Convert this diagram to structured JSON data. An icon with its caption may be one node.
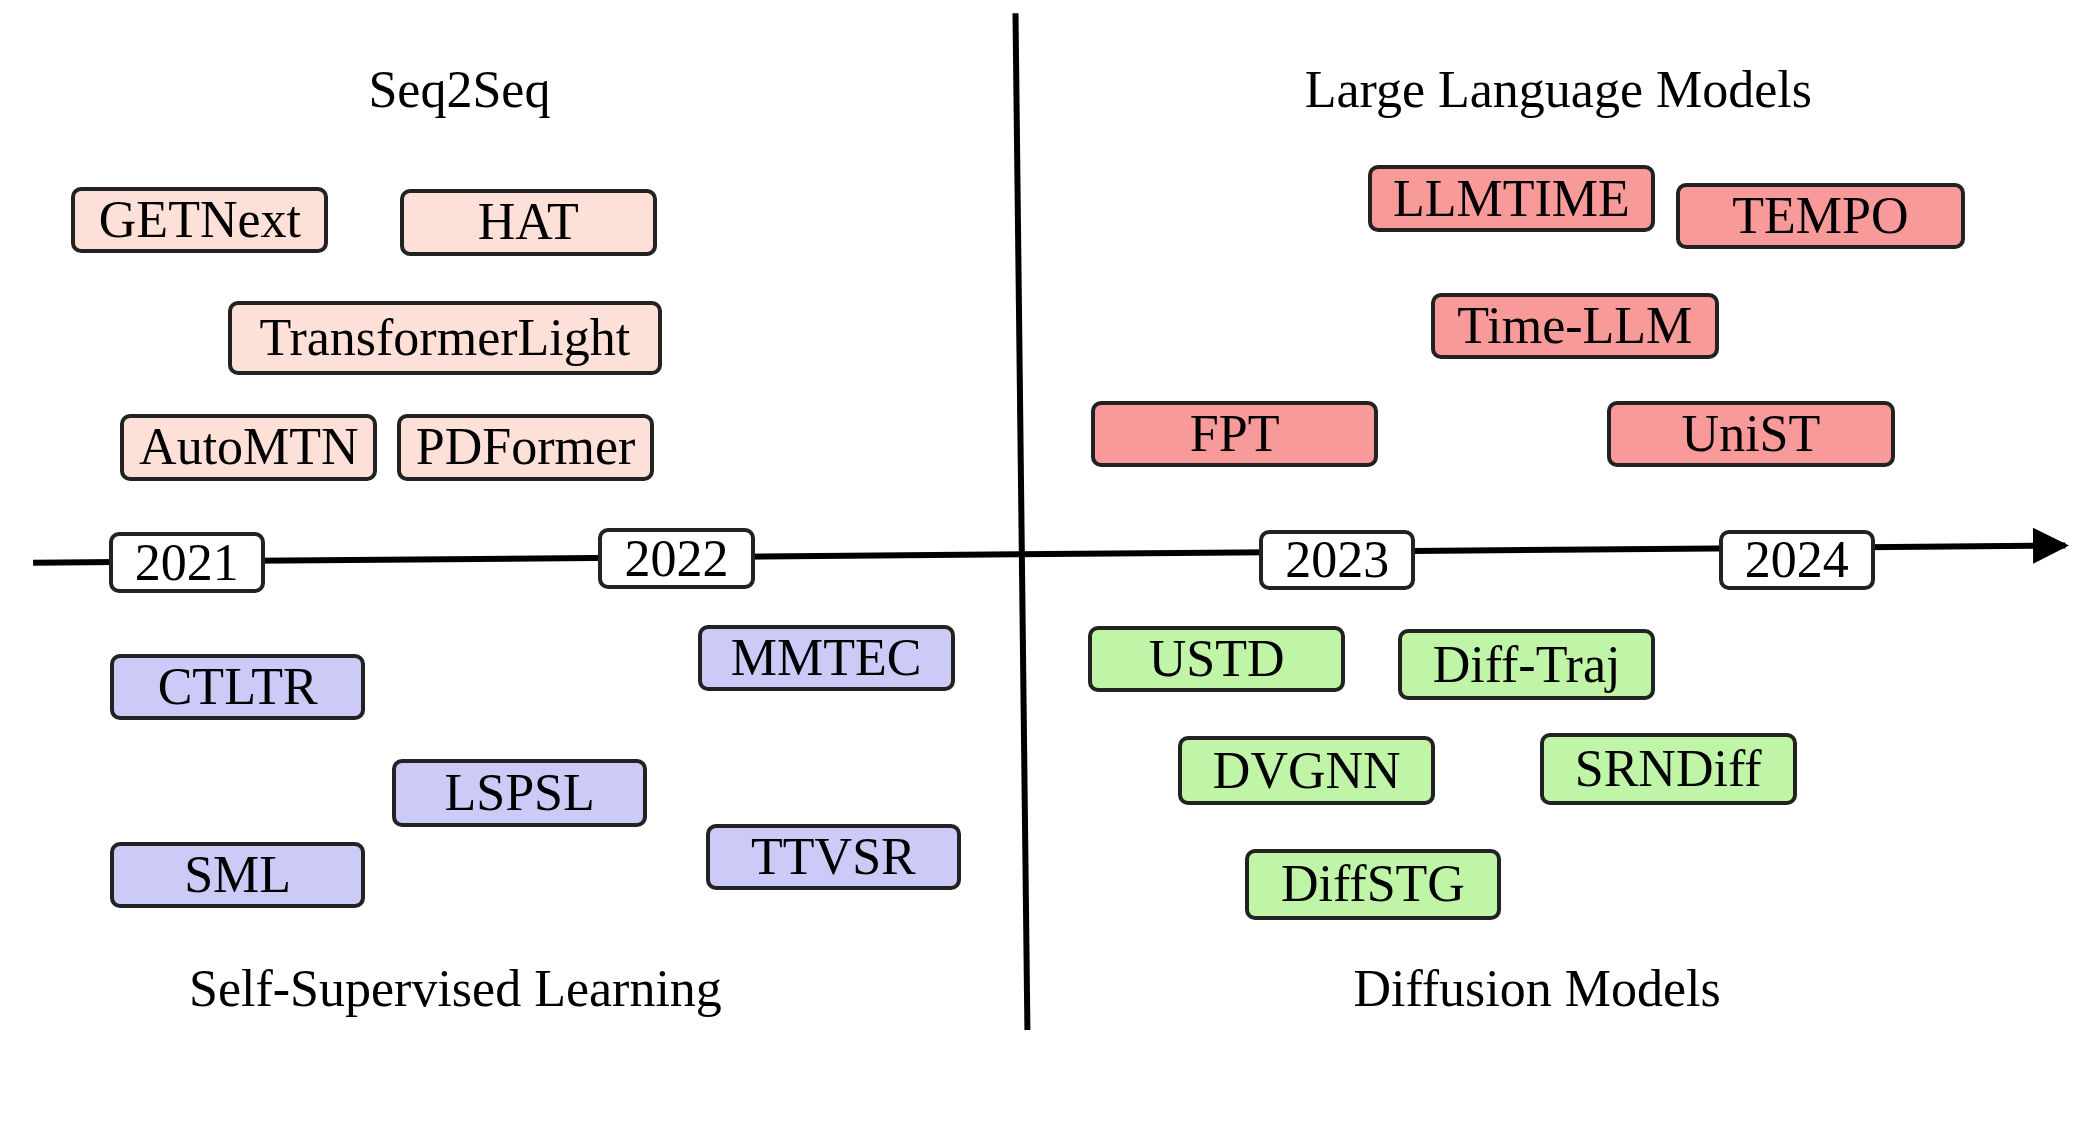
{
  "diagram": {
    "nodes": [
      {
        "text": [
          "GETNext"
        ]
      },
      {
        "text": [
          "HAT"
        ]
      },
      {
        "text": [
          "TransformerLight"
        ]
      },
      {
        "text": [
          "AutoMTN"
        ]
      },
      {
        "text": [
          "PDFormer"
        ]
      },
      {
        "text": [
          "LLMTIME"
        ]
      },
      {
        "text": [
          "TEMPO"
        ]
      },
      {
        "text": [
          "Time-LLM"
        ]
      },
      {
        "text": [
          "FPT"
        ]
      },
      {
        "text": [
          "UniST"
        ]
      },
      {
        "text": [
          "2021"
        ]
      },
      {
        "text": [
          "2022"
        ]
      },
      {
        "text": [
          "2023"
        ]
      },
      {
        "text": [
          "2024"
        ]
      },
      {
        "text": [
          "CTLTR"
        ]
      },
      {
        "text": [
          "MMTEC"
        ]
      },
      {
        "text": [
          "LSPSL"
        ]
      },
      {
        "text": [
          "SML"
        ]
      },
      {
        "text": [
          "TTVSR"
        ]
      },
      {
        "text": [
          "USTD"
        ]
      },
      {
        "text": [
          "Diff-Traj"
        ]
      },
      {
        "text": [
          "DVGNN"
        ]
      },
      {
        "text": [
          "SRNDiff"
        ]
      },
      {
        "text": [
          "DiffSTG"
        ]
      }
    ],
    "edges": [],
    "labels": [
      "Seq2Seq",
      "Large Language Models",
      "Self-Supervised Learning",
      "Diffusion Models"
    ]
  }
}
